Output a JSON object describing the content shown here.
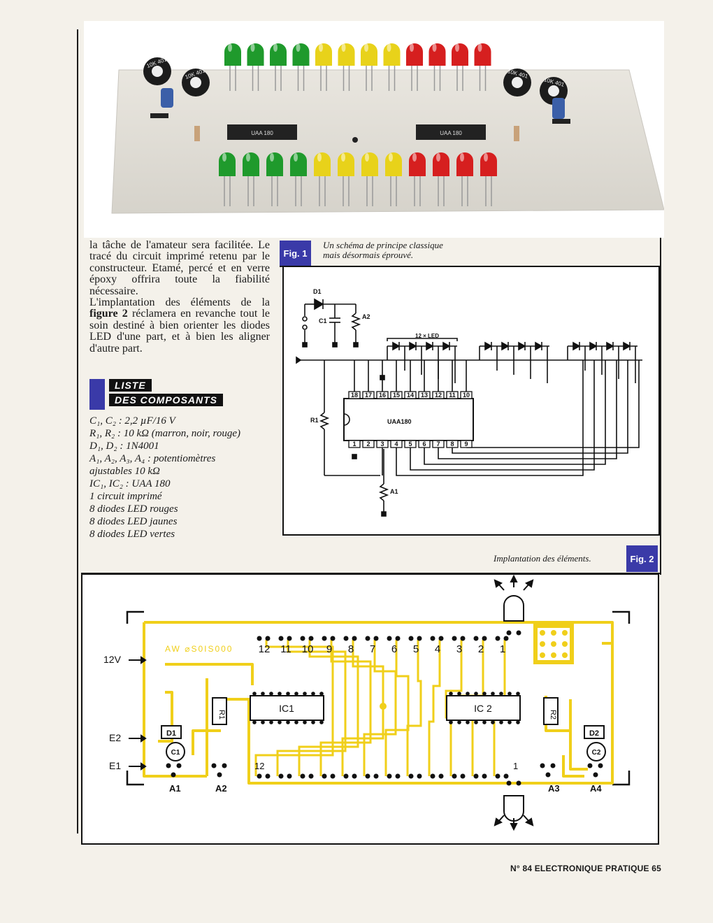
{
  "body_paragraphs": [
    "la tâche de l'amateur sera facilitée. Le tracé du circuit imprimé retenu par le constructeur. Etamé, percé et en verre époxy offrira toute la fiabilité nécessaire.",
    "L'implantation des éléments de la figure 2 réclamera en revanche tout le soin destiné à bien orienter les diodes LED d'une part, et à bien les aligner d'autre part."
  ],
  "fig1": {
    "tag": "Fig. 1",
    "caption": "Un schéma de principe classique mais désormais éprouvé.",
    "labels": {
      "d1": "D1",
      "c1": "C1",
      "a2": "A2",
      "led_count": "12 × LED",
      "r1": "R1",
      "ic": "UAA180",
      "a1": "A1"
    },
    "pins_top": [
      "18",
      "17",
      "16",
      "15",
      "14",
      "13",
      "12",
      "11",
      "10"
    ],
    "pins_bottom": [
      "1",
      "2",
      "3",
      "4",
      "5",
      "6",
      "7",
      "8",
      "9"
    ]
  },
  "fig2": {
    "tag": "Fig. 2",
    "caption": "Implantation des éléments.",
    "labels": {
      "v12": "12V",
      "e2": "E2",
      "e1": "E1",
      "a1": "A1",
      "a2": "A2",
      "a3": "A3",
      "a4": "A4",
      "r1": "R1",
      "r2": "R2",
      "ic1": "IC1",
      "ic2": "IC 2",
      "d1": "D1",
      "d2": "D2",
      "c1": "C1",
      "c2": "C2",
      "board_ref": "AW ⌀S0IS000",
      "pin12": "12",
      "pin1": "1"
    },
    "led_numbers": [
      "12",
      "11",
      "10",
      "9",
      "8",
      "7",
      "6",
      "5",
      "4",
      "3",
      "2",
      "1"
    ]
  },
  "liste": {
    "title1": "LISTE",
    "title2": "DES COMPOSANTS",
    "items": [
      "C₁, C₂ : 2,2 µF/16 V",
      "R₁, R₂ : 10 kΩ (marron, noir, rouge)",
      "D₁, D₂ : 1N4001",
      "A₁, A₂, A₃, A₄ : potentiomètres",
      "ajustables 10 kΩ",
      "IC₁, IC₂ : UAA 180",
      "1 circuit imprimé",
      "8 diodes LED rouges",
      "8 diodes LED jaunes",
      "8 diodes LED vertes"
    ]
  },
  "photo": {
    "resistor_labels": [
      "10K 401",
      "10K 401",
      "10K 401",
      "10K 401"
    ],
    "ic_label": "UAA 180"
  },
  "footer": "N° 84 ELECTRONIQUE PRATIQUE 65",
  "colors": {
    "led_green": "#1f9a2c",
    "led_yellow": "#e8d21a",
    "led_red": "#d61f1f",
    "pcb_yellow": "#f0cf1a",
    "tag_blue": "#3a3aa8"
  }
}
